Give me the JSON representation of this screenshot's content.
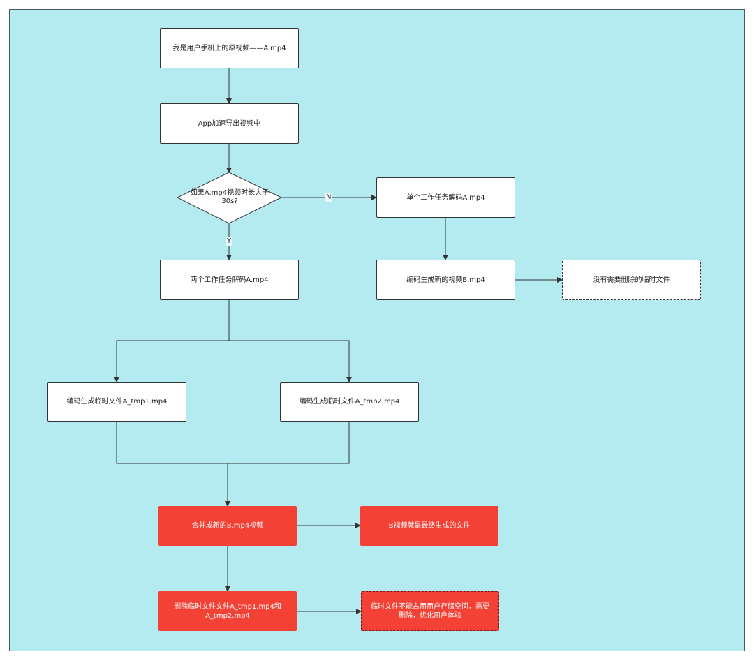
{
  "nodes": {
    "source": "我是用户手机上的原视频——A.mp4",
    "export": "App加速导出视频中",
    "decision": "如果A.mp4视频时长大于30s?",
    "single_decode": "单个工作任务解码A.mp4",
    "encode_b": "编码生成新的视频B.mp4",
    "no_temp": "没有需要删除的临时文件",
    "two_decode": "两个工作任务解码A.mp4",
    "tmp1": "编码生成临时文件A_tmp1.mp4",
    "tmp2": "编码生成临时文件A_tmp2.mp4",
    "merge": "合并成新的B.mp4视频",
    "final_b": "B视频就是最终生成的文件",
    "delete_tmp": "删除临时文件文件A_tmp1.mp4和A_tmp2.mp4",
    "note_storage": "临时文件不能占用用户存储空间，需要删除，优化用户体验"
  },
  "edge_labels": {
    "no": "N",
    "yes": "Y"
  },
  "colors": {
    "canvas": "#b3ebf1",
    "highlight": "#f34235"
  }
}
